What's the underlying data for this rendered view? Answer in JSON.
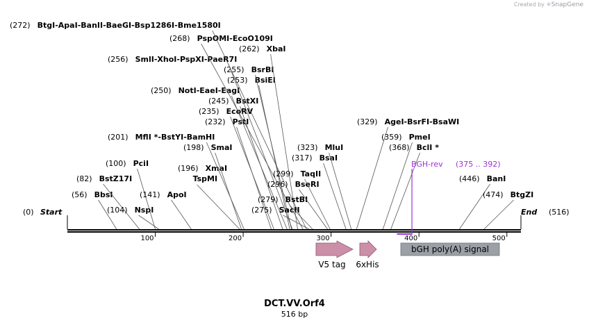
{
  "watermark": {
    "prefix": "Created by",
    "brand": "SnapGene"
  },
  "map": {
    "name": "DCT.VV.Orf4",
    "length_label": "516 bp",
    "length": 516,
    "ticks": [
      100,
      200,
      300,
      400,
      500
    ],
    "start": {
      "label": "Start",
      "pos_label": "(0)"
    },
    "end": {
      "label": "End",
      "pos_label": "(516)"
    }
  },
  "sites": [
    {
      "pos": 56,
      "pos_label": "(56)",
      "parts": [
        "BbsI"
      ]
    },
    {
      "pos": 82,
      "pos_label": "(82)",
      "parts": [
        "BstZ17I"
      ]
    },
    {
      "pos": 100,
      "pos_label": "(100)",
      "parts": [
        "PciI"
      ]
    },
    {
      "pos": 104,
      "pos_label": "(104)",
      "parts": [
        "NspI"
      ]
    },
    {
      "pos": 141,
      "pos_label": "(141)",
      "parts": [
        "ApoI"
      ]
    },
    {
      "pos": 196,
      "pos_label": "(196)",
      "parts": [
        "XmaI",
        "TspMI"
      ]
    },
    {
      "pos": 198,
      "pos_label": "(198)",
      "parts": [
        "SmaI"
      ]
    },
    {
      "pos": 201,
      "pos_label": "(201)",
      "parts": [
        "MflI *",
        "BstYI",
        "BamHI"
      ]
    },
    {
      "pos": 232,
      "pos_label": "(232)",
      "parts": [
        "PstI"
      ]
    },
    {
      "pos": 235,
      "pos_label": "(235)",
      "parts": [
        "EcoRV"
      ]
    },
    {
      "pos": 245,
      "pos_label": "(245)",
      "parts": [
        "BstXI"
      ]
    },
    {
      "pos": 250,
      "pos_label": "(250)",
      "parts": [
        "NotI",
        "EaeI",
        "EagI"
      ]
    },
    {
      "pos": 253,
      "pos_label": "(253)",
      "parts": [
        "BsiEI"
      ]
    },
    {
      "pos": 255,
      "pos_label": "(255)",
      "parts": [
        "BsrBI"
      ]
    },
    {
      "pos": 256,
      "pos_label": "(256)",
      "parts": [
        "SmlI",
        "XhoI",
        "PspXI",
        "PaeR7I"
      ]
    },
    {
      "pos": 262,
      "pos_label": "(262)",
      "parts": [
        "XbaI"
      ]
    },
    {
      "pos": 268,
      "pos_label": "(268)",
      "parts": [
        "PspOMI",
        "EcoO109I"
      ]
    },
    {
      "pos": 272,
      "pos_label": "(272)",
      "parts": [
        "BtgI",
        "ApaI",
        "BanII",
        "BaeGI",
        "Bsp1286I",
        "Bme1580I"
      ]
    },
    {
      "pos": 275,
      "pos_label": "(275)",
      "parts": [
        "SacII"
      ]
    },
    {
      "pos": 279,
      "pos_label": "(279)",
      "parts": [
        "BstBI"
      ]
    },
    {
      "pos": 296,
      "pos_label": "(296)",
      "parts": [
        "BseRI"
      ]
    },
    {
      "pos": 299,
      "pos_label": "(299)",
      "parts": [
        "TaqII"
      ]
    },
    {
      "pos": 317,
      "pos_label": "(317)",
      "parts": [
        "BsaI"
      ]
    },
    {
      "pos": 323,
      "pos_label": "(323)",
      "parts": [
        "MluI"
      ]
    },
    {
      "pos": 329,
      "pos_label": "(329)",
      "parts": [
        "AgeI",
        "BsrFI",
        "BsaWI"
      ]
    },
    {
      "pos": 359,
      "pos_label": "(359)",
      "parts": [
        "PmeI"
      ]
    },
    {
      "pos": 368,
      "pos_label": "(368)",
      "parts": [
        "BclI *"
      ]
    },
    {
      "pos": 446,
      "pos_label": "(446)",
      "parts": [
        "BanI"
      ]
    },
    {
      "pos": 474,
      "pos_label": "(474)",
      "parts": [
        "BtgZI"
      ]
    }
  ],
  "primer": {
    "name": "BGH-rev",
    "range_label": "(375 .. 392)",
    "color": "#9b30d9"
  },
  "features": [
    {
      "name": "V5 tag",
      "color": "#cc8fa8"
    },
    {
      "name": "6xHis",
      "color": "#cc8fa8"
    },
    {
      "name": "bGH poly(A) signal",
      "color": "#9aa0a6"
    }
  ]
}
